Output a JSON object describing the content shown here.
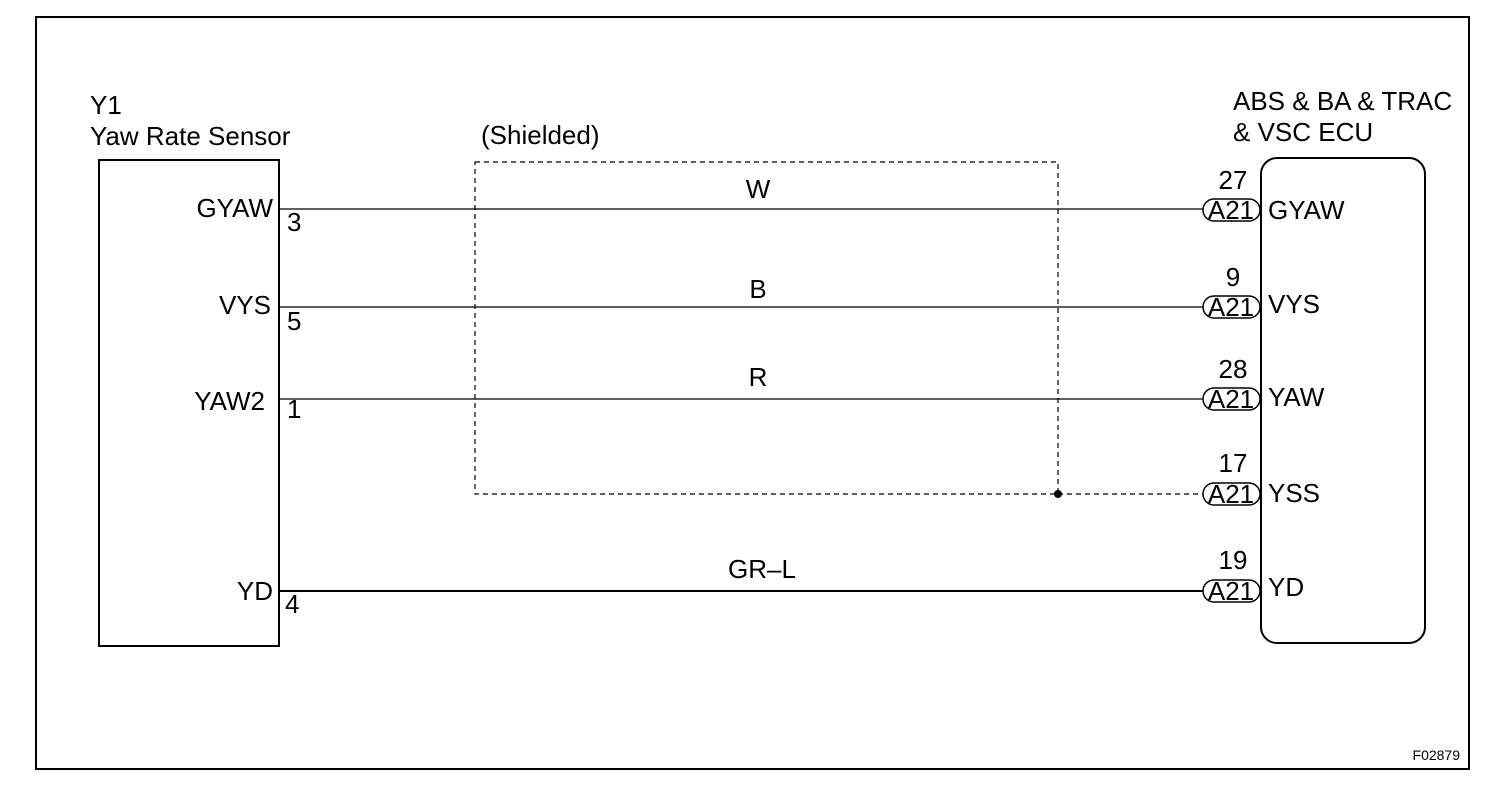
{
  "sensor": {
    "id": "Y1",
    "name": "Yaw Rate Sensor",
    "pins": [
      {
        "signal": "GYAW",
        "pin": "3"
      },
      {
        "signal": "VYS",
        "pin": "5"
      },
      {
        "signal": "YAW2",
        "pin": "1"
      },
      {
        "signal": "YD",
        "pin": "4"
      }
    ]
  },
  "ecu": {
    "name_line1": "ABS & BA & TRAC",
    "name_line2": "& VSC ECU",
    "connector": "A21",
    "pins": [
      {
        "signal": "GYAW",
        "pin": "27"
      },
      {
        "signal": "VYS",
        "pin": "9"
      },
      {
        "signal": "YAW",
        "pin": "28"
      },
      {
        "signal": "YSS",
        "pin": "17"
      },
      {
        "signal": "YD",
        "pin": "19"
      }
    ]
  },
  "wires": [
    {
      "color": "W",
      "from": "GYAW",
      "to": "GYAW"
    },
    {
      "color": "B",
      "from": "VYS",
      "to": "VYS"
    },
    {
      "color": "R",
      "from": "YAW2",
      "to": "YAW"
    },
    {
      "color": "GR–L",
      "from": "YD",
      "to": "YD"
    }
  ],
  "shield": {
    "label": "(Shielded)",
    "drain_to": "YSS"
  },
  "figure_code": "F02879"
}
